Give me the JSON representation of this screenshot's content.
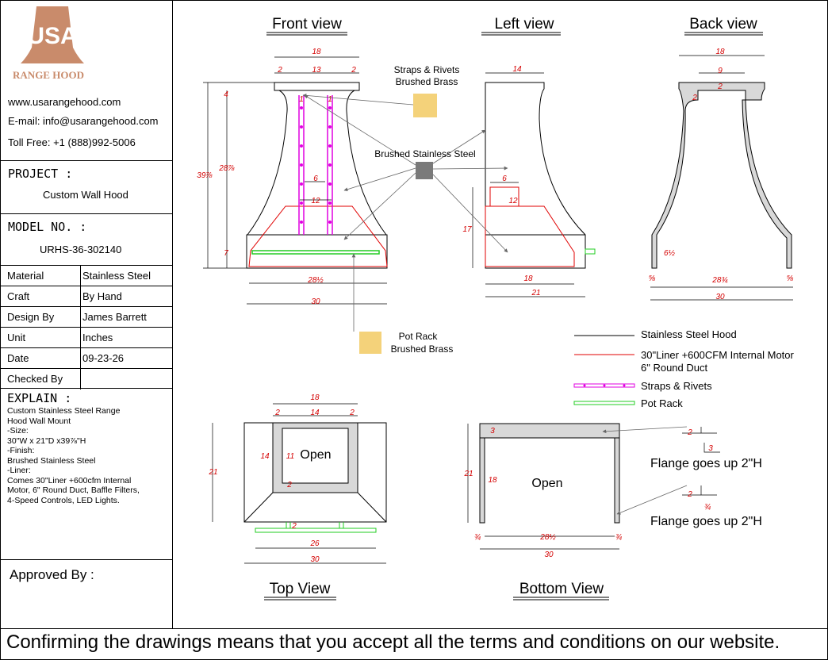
{
  "logo": {
    "text": "USA",
    "subtext": "RANGE HOOD"
  },
  "contact": {
    "website": "www.usarangehood.com",
    "email": "E-mail: info@usarangehood.com",
    "phone": "Toll Free: +1 (888)992-5006"
  },
  "project": {
    "label": "PROJECT :",
    "value": "Custom Wall Hood"
  },
  "model": {
    "label": "MODEL NO. :",
    "value": "URHS-36-302140"
  },
  "spec_rows": [
    {
      "label": "Material",
      "value": "Stainless Steel"
    },
    {
      "label": "Craft",
      "value": "By Hand"
    },
    {
      "label": "Design By",
      "value": "James Barrett"
    },
    {
      "label": "Unit",
      "value": "Inches"
    },
    {
      "label": "Date",
      "value": "09-23-26"
    },
    {
      "label": "Checked By",
      "value": ""
    }
  ],
  "explain": {
    "label": "EXPLAIN :",
    "text": "Custom Stainless Steel Range\nHood Wall Mount\n-Size:\n30\"W x 21\"D x39⅞\"H\n-Finish:\nBrushed Stainless Steel\n-Liner:\nComes 30\"Liner +600cfm Internal\nMotor, 6\" Round Duct, Baffle Filters,\n4-Speed Controls, LED Lights."
  },
  "approved": "Approved By :",
  "footer": "Confirming the drawings means that you accept all the terms and conditions on our website.",
  "views": {
    "front": "Front view",
    "left": "Left view",
    "back": "Back view",
    "top": "Top View",
    "bottom": "Bottom View"
  },
  "callouts": {
    "straps": "Straps & Rivets\nBrushed Brass",
    "steel": "Brushed Stainless Steel",
    "potrack": "Pot Rack\nBrushed Brass"
  },
  "legend": [
    {
      "label": "Stainless Steel Hood",
      "color": "#000000"
    },
    {
      "label": "30\"Liner +600CFM Internal Motor\n6\" Round Duct",
      "color": "#e00000"
    },
    {
      "label": "Straps & Rivets",
      "color": "#e000e0"
    },
    {
      "label": "Pot Rack",
      "color": "#22cc22"
    }
  ],
  "open_label": "Open",
  "flange_label": "Flange goes up 2\"H",
  "colors": {
    "dim": "#d40000",
    "brass": "#f4d27a",
    "steel": "#7a7a7a",
    "magenta": "#e000e0",
    "green": "#22cc22",
    "gray_fill": "#d8d8d8"
  },
  "dims": {
    "front": [
      "18",
      "13",
      "2",
      "2",
      "4",
      "39⅞",
      "28⅞",
      "1",
      "1",
      "6",
      "12",
      "7",
      "28½",
      "30"
    ],
    "left": [
      "14",
      "6",
      "12",
      "17",
      "18",
      "21"
    ],
    "back": [
      "18",
      "9",
      "2",
      "2",
      "6½",
      "⅝",
      "28¾",
      "⅝",
      "30"
    ],
    "top": [
      "18",
      "2",
      "14",
      "2",
      "14",
      "11",
      "2",
      "21",
      "2",
      "26",
      "30"
    ],
    "bottom": [
      "3",
      "21",
      "18",
      "¾",
      "28½",
      "¾",
      "30",
      "2",
      "3",
      "2",
      "¾"
    ]
  }
}
